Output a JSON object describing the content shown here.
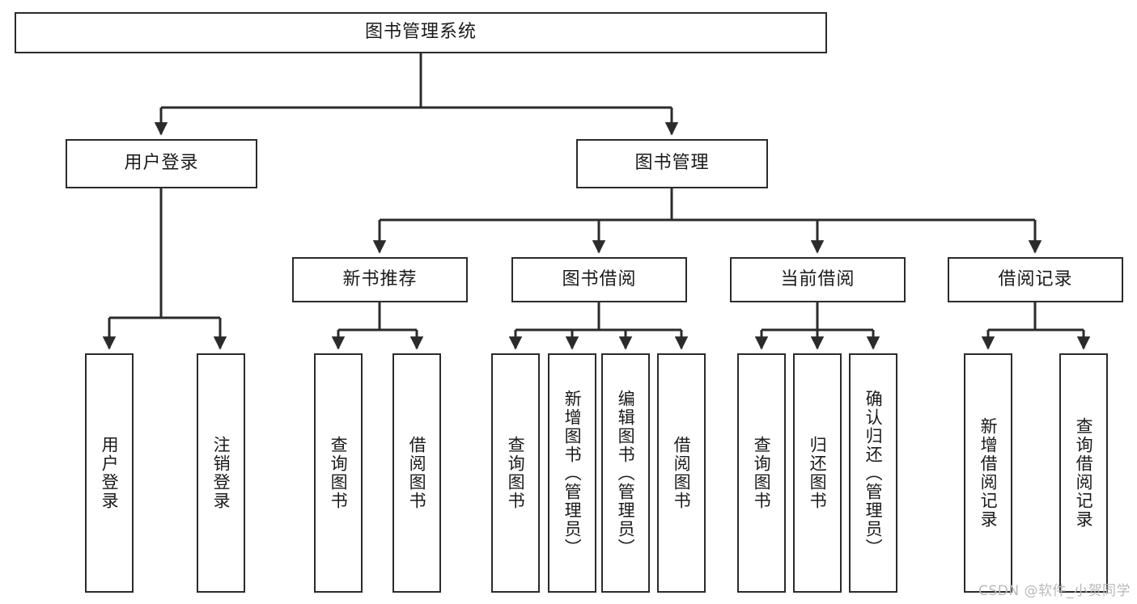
{
  "diagram": {
    "title": "图书管理系统",
    "type": "tree-hierarchy-chart",
    "watermark": "CSDN @软件_小贺同学",
    "accent_color": "#2b2b2b",
    "background_color": "#ffffff",
    "root": {
      "id": "root",
      "label": "图书管理系统"
    },
    "level2": [
      {
        "id": "user-login",
        "label": "用户登录"
      },
      {
        "id": "book-management",
        "label": "图书管理"
      }
    ],
    "level3": [
      {
        "id": "new-book-recommend",
        "label": "新书推荐"
      },
      {
        "id": "book-borrow",
        "label": "图书借阅"
      },
      {
        "id": "current-borrow",
        "label": "当前借阅"
      },
      {
        "id": "borrow-record",
        "label": "借阅记录"
      }
    ],
    "leaves": {
      "user_login": [
        {
          "id": "leaf-user-login",
          "label": "用户登录"
        },
        {
          "id": "leaf-logout-login",
          "label": "注销登录"
        }
      ],
      "new_book_recommend": [
        {
          "id": "leaf-query-book-1",
          "label": "查询图书"
        },
        {
          "id": "leaf-borrow-book-1",
          "label": "借阅图书"
        }
      ],
      "book_borrow": [
        {
          "id": "leaf-query-book-2",
          "label": "查询图书"
        },
        {
          "id": "leaf-add-book-admin",
          "label": "新增图书（管理员）"
        },
        {
          "id": "leaf-edit-book-admin",
          "label": "编辑图书（管理员）"
        },
        {
          "id": "leaf-borrow-book-2",
          "label": "借阅图书"
        }
      ],
      "current_borrow": [
        {
          "id": "leaf-query-book-3",
          "label": "查询图书"
        },
        {
          "id": "leaf-return-book",
          "label": "归还图书"
        },
        {
          "id": "leaf-confirm-return-admin",
          "label": "确认归还（管理员）"
        }
      ],
      "borrow_record": [
        {
          "id": "leaf-add-borrow-record",
          "label": "新增借阅记录"
        },
        {
          "id": "leaf-query-borrow-record",
          "label": "查询借阅记录"
        }
      ]
    }
  }
}
